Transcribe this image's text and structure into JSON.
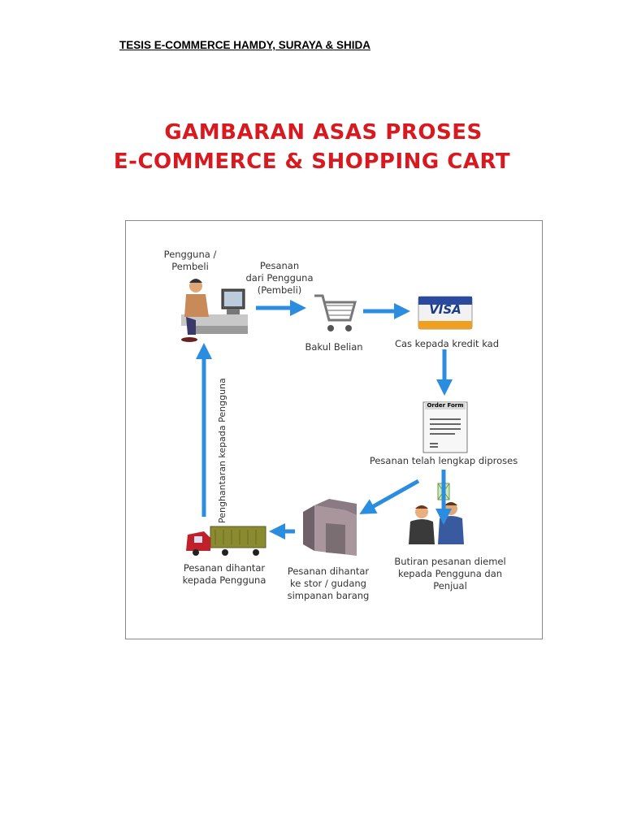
{
  "header": {
    "text": "TESIS E-COMMERCE HAMDY, SURAYA & SHIDA"
  },
  "title": {
    "line1": "GAMBARAN ASAS PROSES",
    "line2": "E-COMMERCE & SHOPPING CART"
  },
  "diagram": {
    "user": {
      "label_line1": "Pengguna /",
      "label_line2": "Pembeli"
    },
    "order_from_user": {
      "line1": "Pesanan",
      "line2": "dari Pengguna",
      "line3": "(Pembeli)"
    },
    "cart": {
      "label": "Bakul Belian"
    },
    "card": {
      "brand": "VISA",
      "label": "Cas kepada kredit kad"
    },
    "order_form": {
      "title": "Order Form",
      "label": "Pesanan telah lengkap diproses"
    },
    "email": {
      "line1": "Butiran pesanan diemel",
      "line2": "kepada Pengguna dan",
      "line3": "Penjual"
    },
    "warehouse": {
      "line1": "Pesanan dihantar",
      "line2": "ke stor / gudang",
      "line3": "simpanan barang"
    },
    "truck": {
      "line1": "Pesanan dihantar",
      "line2": "kepada Pengguna"
    },
    "delivery_vertical": "Penghantaran kepada Pengguna",
    "arrow_color": "#2a8de0",
    "accent_red": "#d8191f"
  }
}
